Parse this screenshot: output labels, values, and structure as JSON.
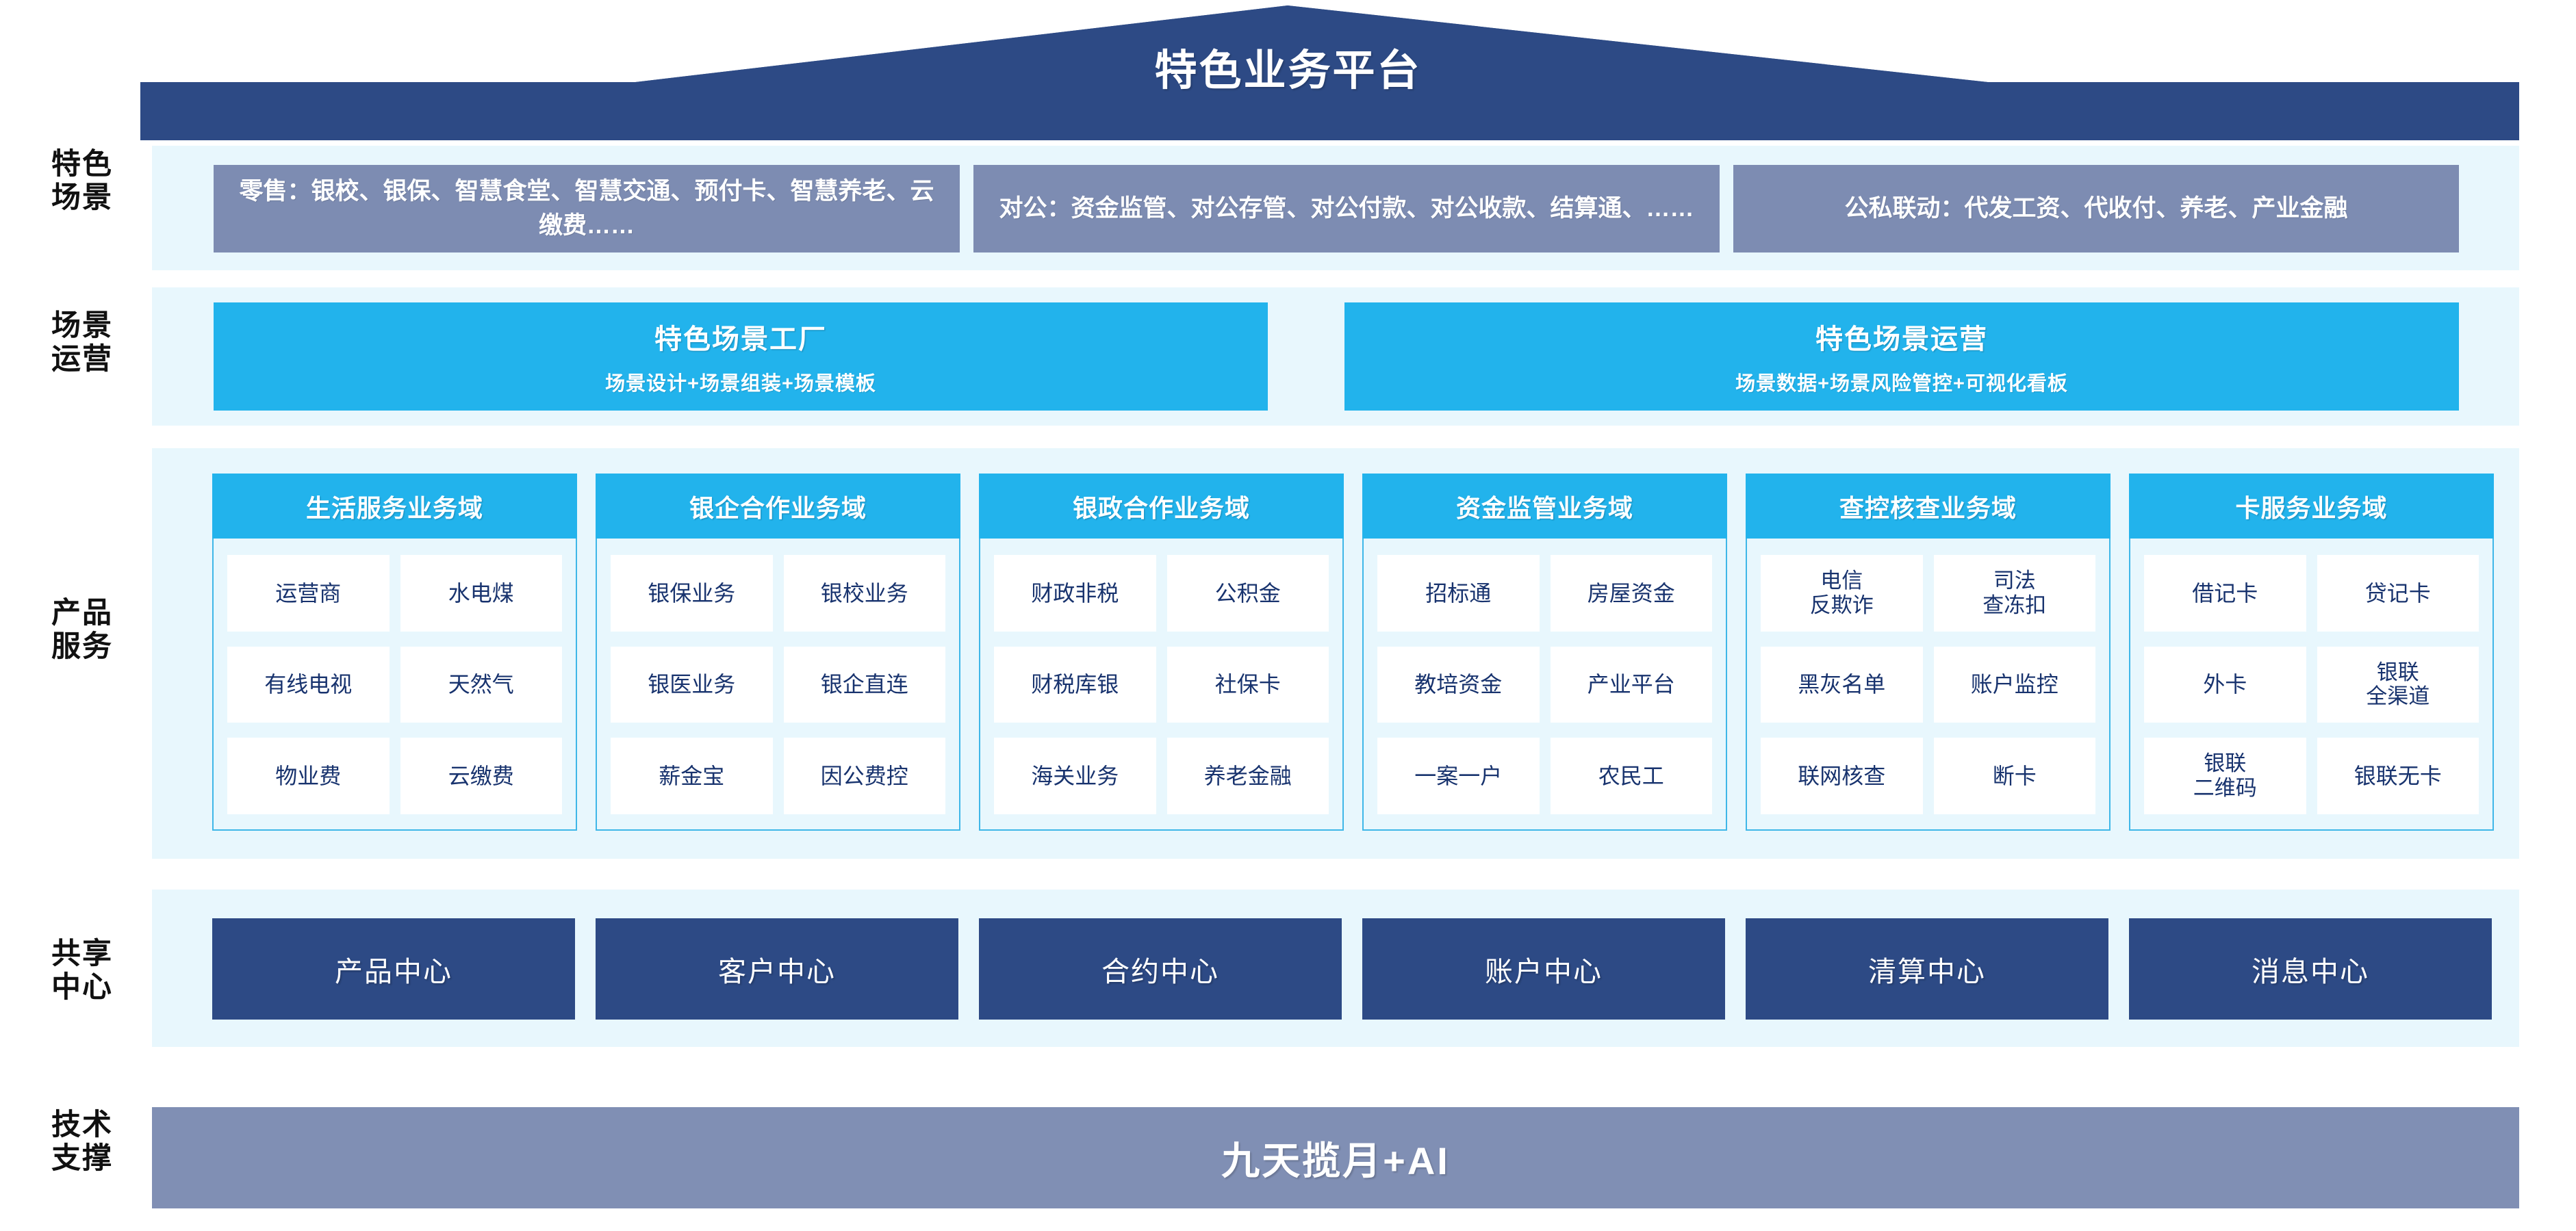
{
  "header": {
    "title": "特色业务平台"
  },
  "side_labels": [
    {
      "text": "特色\n场景"
    },
    {
      "text": "场景\n运营"
    },
    {
      "text": "产品\n服务"
    },
    {
      "text": "共享\n中心"
    },
    {
      "text": "技术\n支撑"
    }
  ],
  "scenes": {
    "label": "特色场景",
    "items": [
      {
        "text": "零售：银校、银保、智慧食堂、智慧交通、预付卡、智慧养老、云缴费……"
      },
      {
        "text": "对公：资金监管、对公存管、对公付款、对公收款、结算通、……"
      },
      {
        "text": "公私联动：代发工资、代收付、养老、产业金融"
      }
    ]
  },
  "operations": {
    "label": "场景运营",
    "items": [
      {
        "title": "特色场景工厂",
        "subtitle": "场景设计+场景组装+场景模板"
      },
      {
        "title": "特色场景运营",
        "subtitle": "场景数据+场景风险管控+可视化看板"
      }
    ]
  },
  "products": {
    "label": "产品服务",
    "domains": [
      {
        "title": "生活服务业务域",
        "items": [
          "运营商",
          "水电煤",
          "有线电视",
          "天然气",
          "物业费",
          "云缴费"
        ]
      },
      {
        "title": "银企合作业务域",
        "items": [
          "银保业务",
          "银校业务",
          "银医业务",
          "银企直连",
          "薪金宝",
          "因公费控"
        ]
      },
      {
        "title": "银政合作业务域",
        "items": [
          "财政非税",
          "公积金",
          "财税库银",
          "社保卡",
          "海关业务",
          "养老金融"
        ]
      },
      {
        "title": "资金监管业务域",
        "items": [
          "招标通",
          "房屋资金",
          "教培资金",
          "产业平台",
          "一案一户",
          "农民工"
        ]
      },
      {
        "title": "查控核查业务域",
        "items": [
          "电信\n反欺诈",
          "司法\n查冻扣",
          "黑灰名单",
          "账户监控",
          "联网核查",
          "断卡"
        ]
      },
      {
        "title": "卡服务业务域",
        "items": [
          "借记卡",
          "贷记卡",
          "外卡",
          "银联\n全渠道",
          "银联\n二维码",
          "银联无卡"
        ]
      }
    ]
  },
  "shared_centers": {
    "label": "共享中心",
    "items": [
      "产品中心",
      "客户中心",
      "合约中心",
      "账户中心",
      "清算中心",
      "消息中心"
    ]
  },
  "tech_support": {
    "label": "技术支撑",
    "text": "九天揽月+AI"
  },
  "colors": {
    "roof_navy": "#2d4a85",
    "band_light_blue": "#e8f7fd",
    "scene_slate": "#7d8cb2",
    "ops_cyan": "#22b3ec",
    "domain_border": "#3fb7e8",
    "item_text_navy": "#18336e",
    "center_navy": "#2d4a85",
    "tech_gray_blue": "#808fb4"
  }
}
